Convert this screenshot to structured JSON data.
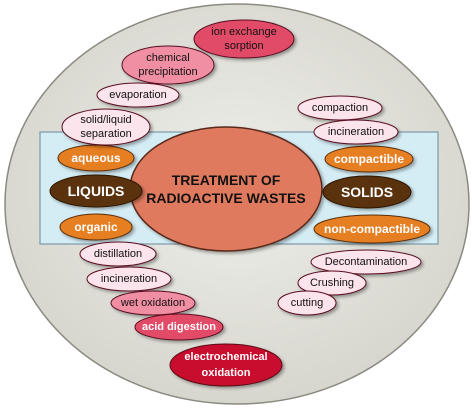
{
  "colors": {
    "background_ellipse": "#dcdcd6",
    "band": "#d4ecf4",
    "center": "#e07a5f",
    "pale_pink": "#fce4ec",
    "pink": "#f08fa3",
    "mid_red": "#e24b67",
    "crimson": "#c8102e",
    "dark_brown": "#5a3010",
    "orange": "#e67e22"
  },
  "center": {
    "line1": "TREATMENT OF",
    "line2": "RADIOACTIVE WASTES"
  },
  "left": {
    "category": "LIQUIDS",
    "aqueous": "aqueous",
    "organic": "organic",
    "upper": [
      {
        "lines": [
          "ion exchange",
          "sorption"
        ]
      },
      {
        "lines": [
          "chemical",
          "precipitation"
        ]
      },
      {
        "lines": [
          "evaporation"
        ]
      },
      {
        "lines": [
          "solid/liquid",
          "separation"
        ]
      }
    ],
    "lower": [
      {
        "lines": [
          "distillation"
        ]
      },
      {
        "lines": [
          "incineration"
        ]
      },
      {
        "lines": [
          "wet oxidation"
        ]
      },
      {
        "lines": [
          "acid digestion"
        ]
      },
      {
        "lines": [
          "electrochemical",
          "oxidation"
        ]
      }
    ]
  },
  "right": {
    "category": "SOLIDS",
    "compactible": "compactible",
    "non_compactible": "non-compactible",
    "upper": [
      {
        "lines": [
          "compaction"
        ]
      },
      {
        "lines": [
          "incineration"
        ]
      }
    ],
    "lower": [
      {
        "lines": [
          "Decontamination"
        ]
      },
      {
        "lines": [
          "Crushing"
        ]
      },
      {
        "lines": [
          "cutting"
        ]
      }
    ]
  }
}
